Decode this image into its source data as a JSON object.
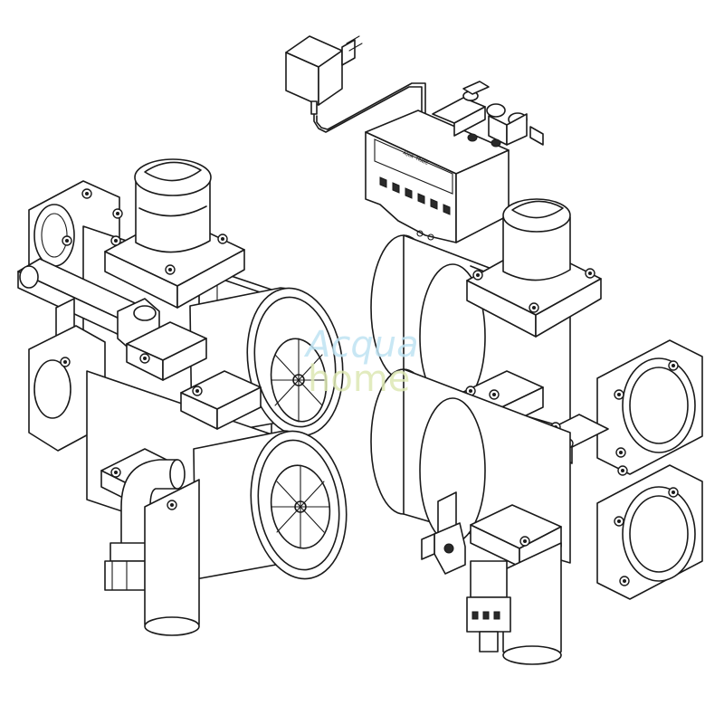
{
  "watermark": {
    "line1": "Acqua",
    "line2": "home",
    "color1": "#bfe3f3",
    "color2": "#dde8b4"
  },
  "controller": {
    "brand": "AQUA TRADE"
  }
}
